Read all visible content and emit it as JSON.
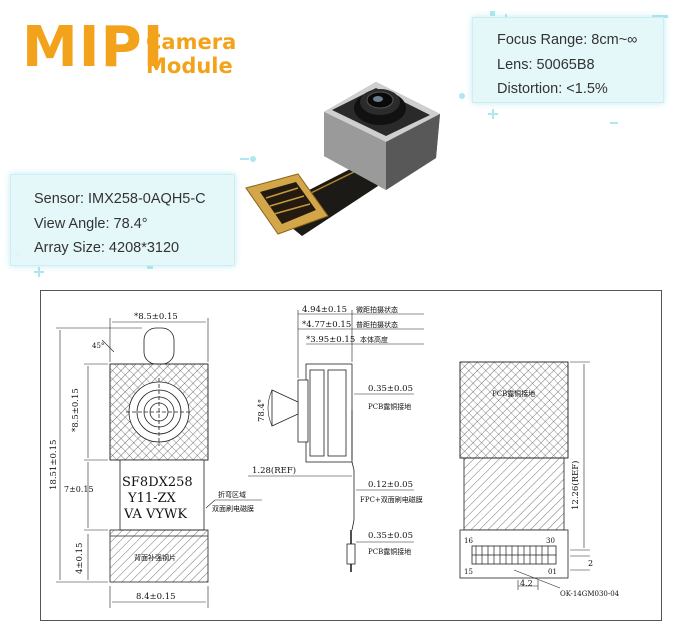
{
  "header": {
    "title_main": "MIPI",
    "title_sub_line1": "Camera",
    "title_sub_line2": "Module"
  },
  "specs_right": {
    "focus_range": "Focus Range: 8cm~∞",
    "lens": "Lens: 50065B8",
    "distortion": "Distortion: <1.5%"
  },
  "specs_left": {
    "sensor": "Sensor: IMX258-0AQH5-C",
    "view_angle": "View Angle: 78.4°",
    "array_size": "Array Size: 4208*3120"
  },
  "colors": {
    "accent": "#f2a31b",
    "panel": "#e1f7fa"
  },
  "drawing": {
    "dim_top_width": "*8.5±0.15",
    "dim_angle_45": "45°",
    "dim_left_height": "*8.5±0.15",
    "dim_total_height": "18.51±0.15",
    "dim_fpc_length": "7±0.15",
    "dim_connector_height": "4±0.15",
    "dim_bottom_width": "8.4±0.15",
    "marking_line1": "SF8DX258",
    "marking_line2": "Y11-ZX",
    "marking_line3": "VA  VYWK",
    "note_fold": "折弯区域",
    "note_shield": "双面刷电磁膜",
    "note_stiffener": "背面补强钢片",
    "dim_side_1": "4.94±0.15",
    "note_side_1": "微距拍摄状态",
    "dim_side_2": "*4.77±0.15",
    "note_side_2": "普距拍摄状态",
    "dim_side_3": "*3.95±0.15",
    "note_side_3": "本体高度",
    "view_angle_label": "78.4°",
    "dim_pcb_1": "0.35±0.05",
    "note_pcb_1": "PCB露铜接地",
    "dim_ref_128": "1.28(REF)",
    "dim_fpc_thk": "0.12±0.05",
    "note_fpc_thk": "FPC+双面刷电磁膜",
    "dim_pcb_2": "0.35±0.05",
    "note_pcb_2": "PCB露铜接地",
    "back_label": "PCB露铜接地",
    "dim_ref_1226": "12.26(REF)",
    "pin_16": "16",
    "pin_30": "30",
    "pin_15": "15",
    "pin_01": "01",
    "dim_42": "4.2",
    "dim_2": "2",
    "connector_part": "OK-14GM030-04"
  }
}
